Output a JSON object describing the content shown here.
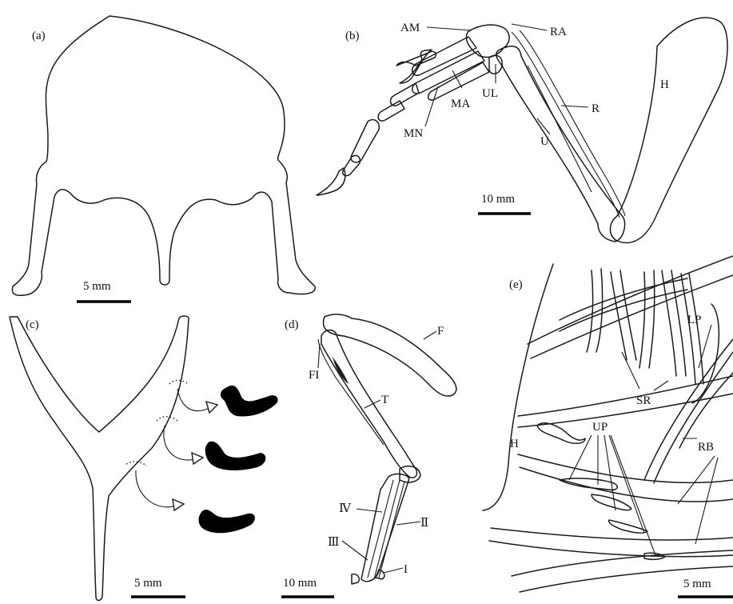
{
  "panels": {
    "a": {
      "tag": "(a)",
      "scale": "5 mm"
    },
    "b": {
      "tag": "(b)",
      "scale": "10 mm",
      "labels": {
        "am": "AM",
        "ra": "RA",
        "ul": "UL",
        "ma": "MA",
        "mn": "MN",
        "r": "R",
        "u": "U",
        "h": "H"
      }
    },
    "c": {
      "tag": "(c)",
      "scale": "5 mm"
    },
    "d": {
      "tag": "(d)",
      "scale": "10 mm",
      "labels": {
        "f": "F",
        "fi": "FI",
        "t": "T",
        "iv": "Ⅳ",
        "ii": "Ⅱ",
        "iii": "Ⅲ",
        "i": "I"
      }
    },
    "e": {
      "tag": "(e)",
      "scale": "5 mm",
      "labels": {
        "lp": "LP",
        "sr": "SR",
        "up": "UP",
        "h": "H",
        "rb": "RB"
      }
    }
  }
}
